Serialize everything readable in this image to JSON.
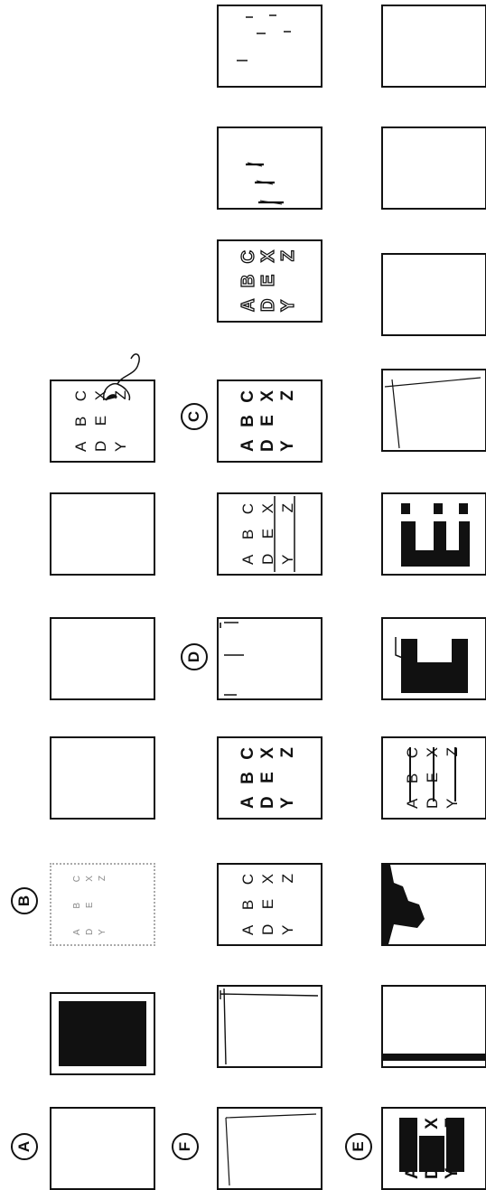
{
  "markers": {
    "a": "A",
    "b": "B",
    "c": "C",
    "d": "D",
    "e": "E",
    "f": "F"
  },
  "test_chart": {
    "row1": [
      "A",
      "B",
      "C"
    ],
    "row2": [
      "D",
      "E",
      "X"
    ],
    "row3": [
      "Y",
      "Z"
    ]
  }
}
